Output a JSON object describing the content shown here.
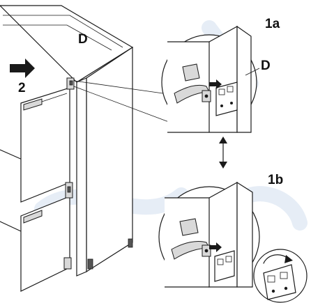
{
  "labels": {
    "step_1a": "1a",
    "step_1b": "1b",
    "step_2": "2",
    "part_d_main": "D",
    "part_d_detail": "D"
  },
  "colors": {
    "line": "#1a1a1a",
    "shade": "#d9d9d9",
    "watermark": "#e6edf6"
  },
  "icons": {
    "push_arrow": "arrow-right",
    "rotate_arrow": "curved-arrow",
    "connector_arrow": "double-arrow-vertical"
  }
}
